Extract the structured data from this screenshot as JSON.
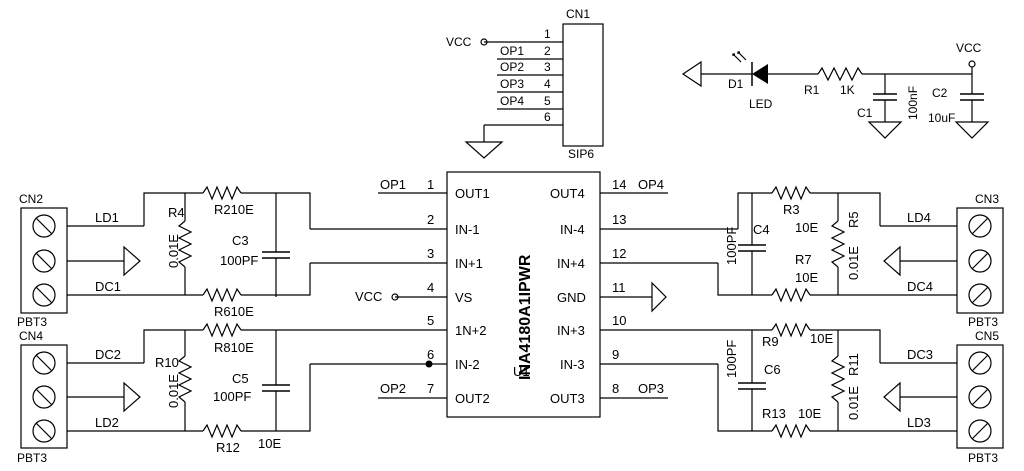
{
  "colors": {
    "line": "#000000",
    "background": "#ffffff"
  },
  "cn1": {
    "ref": "CN1",
    "type": "SIP6",
    "pins": [
      "1",
      "2",
      "3",
      "4",
      "5",
      "6"
    ],
    "signals": [
      "VCC",
      "OP1",
      "OP2",
      "OP3",
      "OP4",
      ""
    ]
  },
  "led_circuit": {
    "led_ref": "D1",
    "led_label": "LED",
    "r_ref": "R1",
    "r_val": "1K",
    "c1_ref": "C1",
    "c1_val": "100nF",
    "c2_ref": "C2",
    "c2_val": "10uF",
    "vcc": "VCC"
  },
  "u1": {
    "part": "INA4180A1IPWR",
    "ref": "U1",
    "left_pins": [
      {
        "num": "1",
        "name": "OUT1",
        "net": "OP1"
      },
      {
        "num": "2",
        "name": "IN-1",
        "net": ""
      },
      {
        "num": "3",
        "name": "IN+1",
        "net": ""
      },
      {
        "num": "4",
        "name": "VS",
        "net": "VCC"
      },
      {
        "num": "5",
        "name": "1N+2",
        "net": ""
      },
      {
        "num": "6",
        "name": "IN-2",
        "net": ""
      },
      {
        "num": "7",
        "name": "OUT2",
        "net": "OP2"
      }
    ],
    "right_pins": [
      {
        "num": "14",
        "name": "OUT4",
        "net": "OP4"
      },
      {
        "num": "13",
        "name": "IN-4",
        "net": ""
      },
      {
        "num": "12",
        "name": "IN+4",
        "net": ""
      },
      {
        "num": "11",
        "name": "GND",
        "net": ""
      },
      {
        "num": "10",
        "name": "IN+3",
        "net": ""
      },
      {
        "num": "9",
        "name": "IN-3",
        "net": ""
      },
      {
        "num": "8",
        "name": "OUT3",
        "net": "OP3"
      }
    ]
  },
  "connectors": {
    "cn2": {
      "ref": "CN2",
      "type": "PBT3",
      "net_top": "LD1",
      "net_bottom": "DC1"
    },
    "cn4": {
      "ref": "CN4",
      "type": "PBT3",
      "net_top": "DC2",
      "net_bottom": "LD2"
    },
    "cn3": {
      "ref": "CN3",
      "type": "PBT3",
      "net_top": "LD4",
      "net_bottom": "DC4"
    },
    "cn5": {
      "ref": "CN5",
      "type": "PBT3",
      "net_top": "DC3",
      "net_bottom": "LD3"
    }
  },
  "channel1": {
    "r_top_ref": "R2",
    "r_top_val": "10E",
    "r_shunt_ref": "R4",
    "r_shunt_val": "0.01E",
    "c_ref": "C3",
    "c_val": "100PF",
    "r_bot_label": "R610E"
  },
  "channel2": {
    "r_top_label": "R810E",
    "r_shunt_ref": "R10",
    "r_shunt_val": "0.01E",
    "c_ref": "C5",
    "c_val": "100PF",
    "r_bot_ref": "R12",
    "r_bot_val": "10E"
  },
  "channel4": {
    "r_top_ref": "R3",
    "r_top_val": "10E",
    "r_shunt_ref": "R5",
    "r_shunt_val": "0.01E",
    "c_ref": "C4",
    "c_val": "100PF",
    "r_bot_ref": "R7",
    "r_bot_val": "10E"
  },
  "channel3": {
    "r_top_ref": "R9",
    "r_top_val": "10E",
    "r_shunt_ref": "R11",
    "r_shunt_val": "0.01E",
    "c_ref": "C6",
    "c_val": "100PF",
    "r_bot_ref": "R13",
    "r_bot_val": "10E"
  }
}
